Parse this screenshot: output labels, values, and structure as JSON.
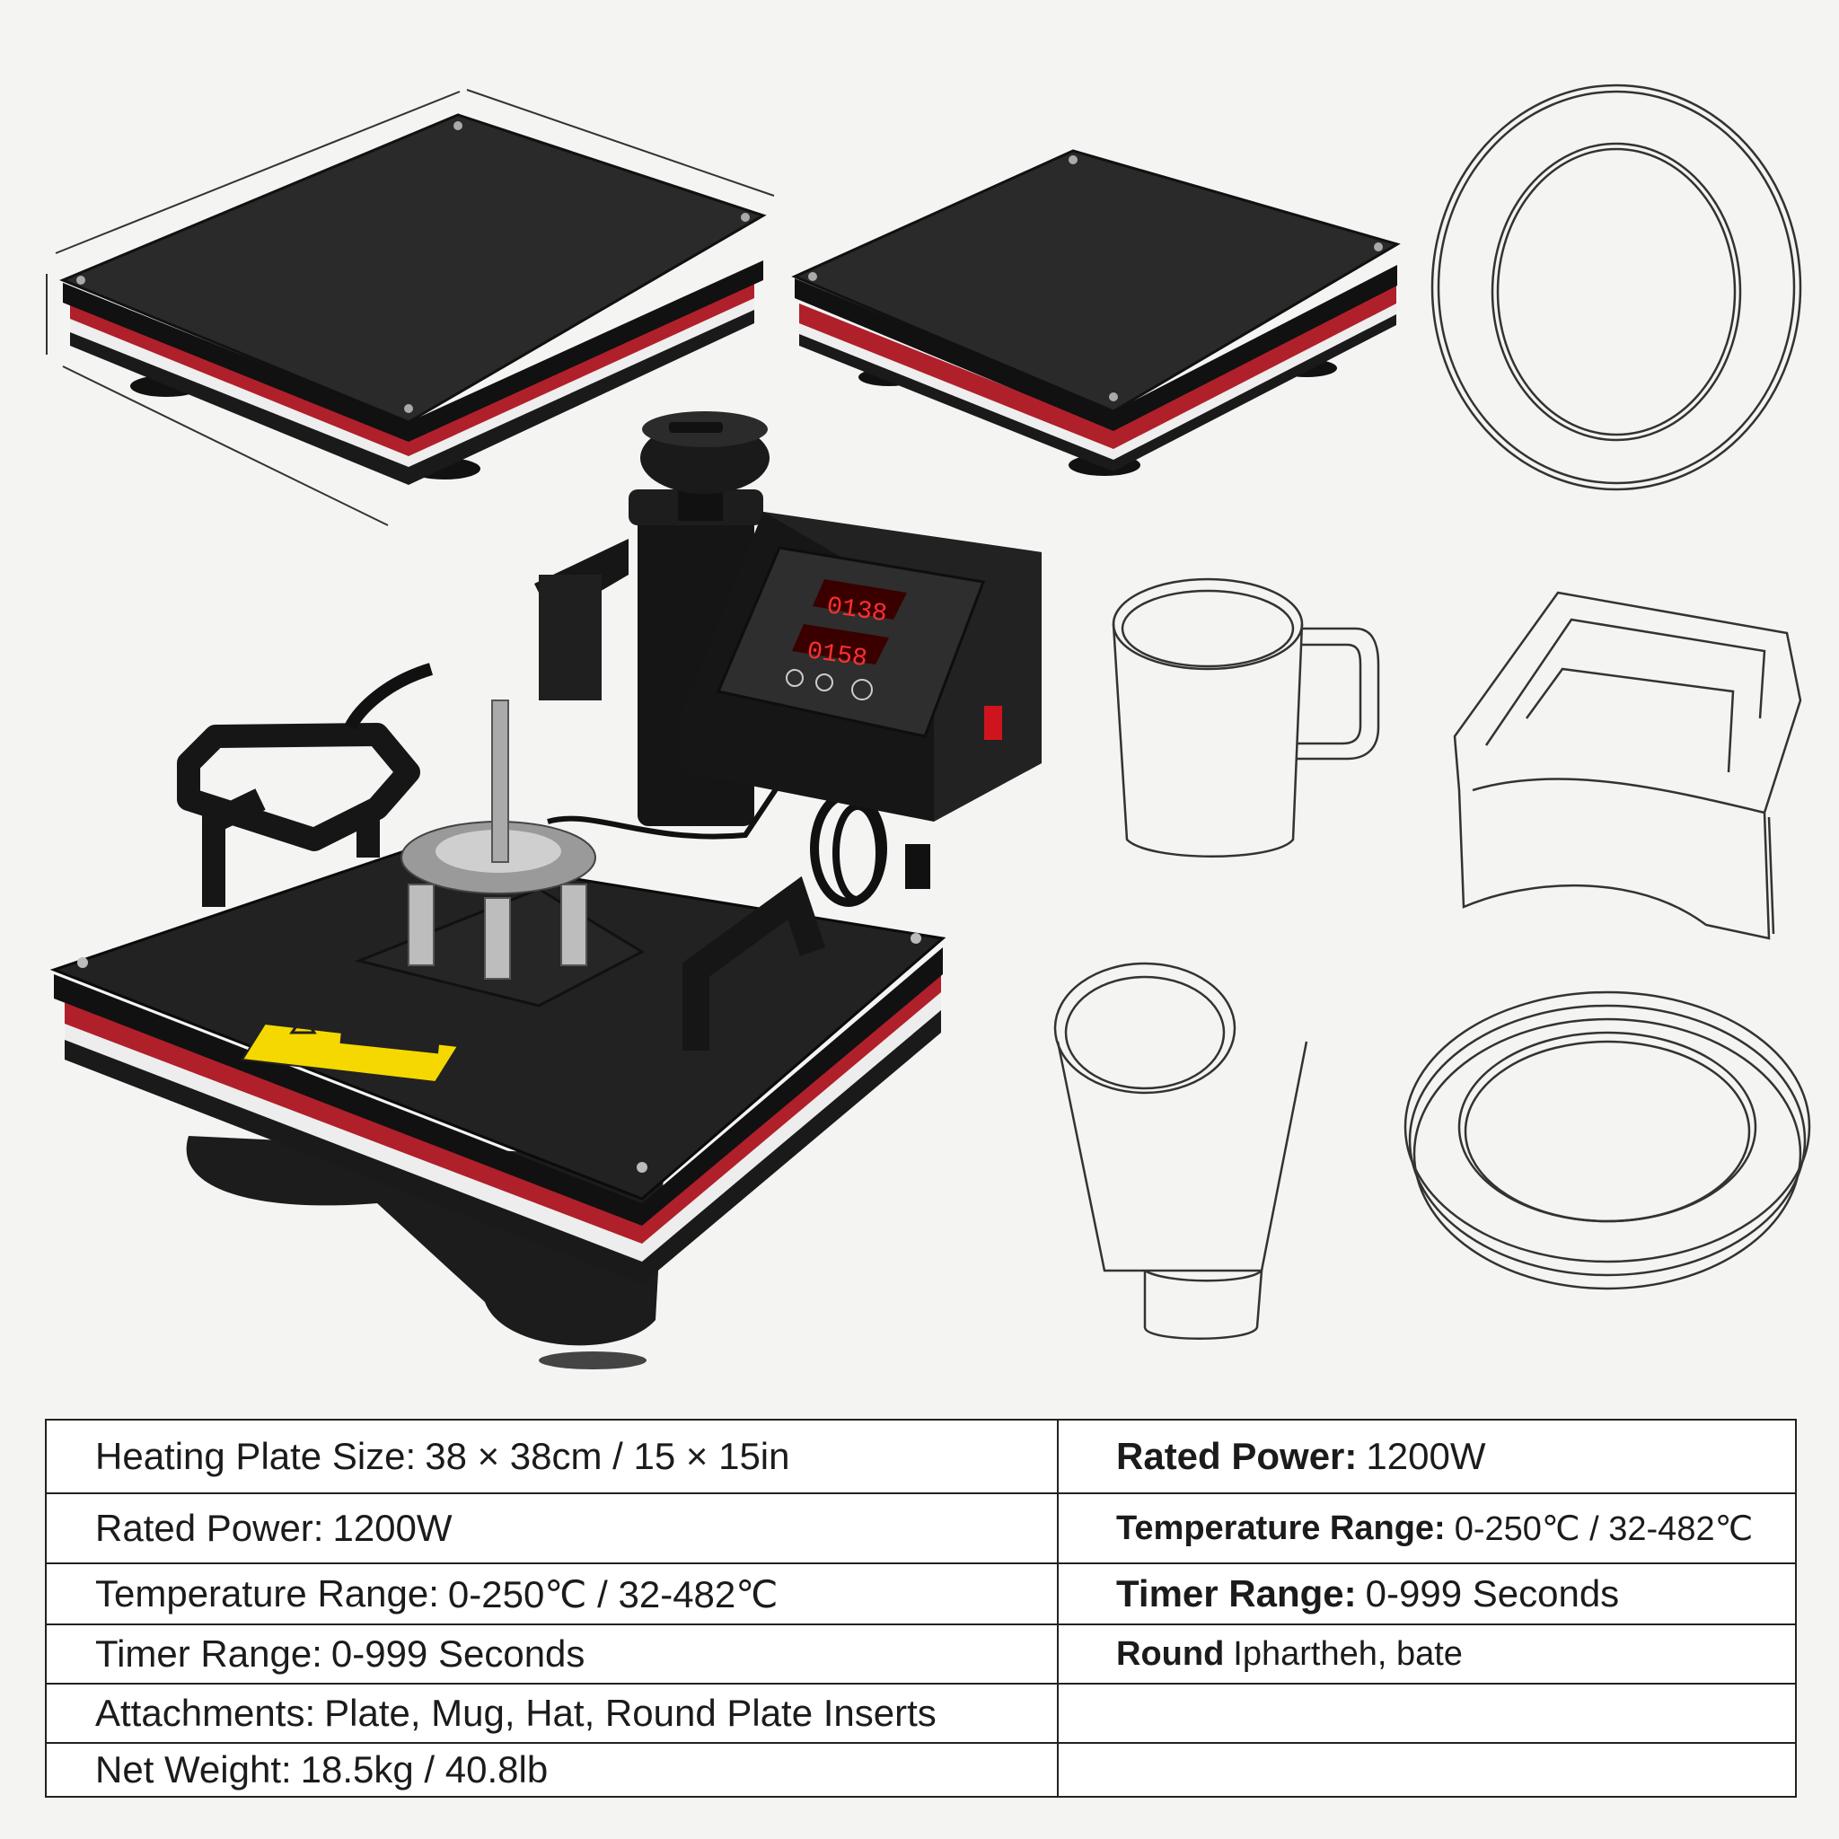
{
  "specs_left": [
    {
      "label": "Heating Plate Size:",
      "value": "38 × 38cm / 15 × 15in"
    },
    {
      "label": "Rated Power:",
      "value": "1200W"
    },
    {
      "label": "Temperature Range:",
      "value": "0-250℃ / 32-482℃"
    },
    {
      "label": "Timer Range:",
      "value": "0-999 Seconds"
    },
    {
      "label": "Attachments:",
      "value": "Plate, Mug, Hat, Round Plate Inserts"
    },
    {
      "label": "Net Weight:",
      "value": "18.5kg / 40.8lb"
    }
  ],
  "specs_right": [
    {
      "label": "Rated Power:",
      "value": "1200W"
    },
    {
      "label": "Temperature Range:",
      "value": "0-250℃ / 32-482℃"
    },
    {
      "label": "Timer Range:",
      "value": "0-999 Seconds"
    },
    {
      "label": "Round",
      "value": "Iphartheh, bate"
    },
    {
      "label": "",
      "value": ""
    },
    {
      "label": "",
      "value": ""
    }
  ],
  "display": {
    "top_readout": "0138",
    "bottom_readout": "0158"
  },
  "colors": {
    "plate_black": "#1a1a1a",
    "accent_red": "#b0202a",
    "background": "#f4f4f3",
    "warning_yellow": "#f5d800"
  }
}
